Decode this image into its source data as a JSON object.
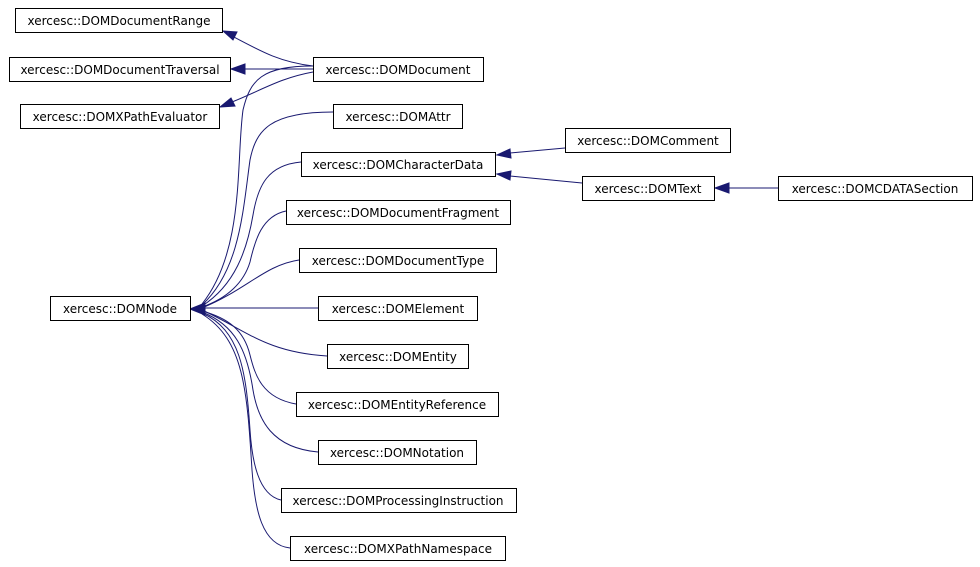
{
  "colors": {
    "edge": "#191970",
    "node_border": "#000000",
    "background": "#ffffff"
  },
  "nodes": {
    "range": "xercesc::DOMDocumentRange",
    "traversal": "xercesc::DOMDocumentTraversal",
    "xpatheval": "xercesc::DOMXPathEvaluator",
    "document": "xercesc::DOMDocument",
    "attr": "xercesc::DOMAttr",
    "chardata": "xercesc::DOMCharacterData",
    "comment": "xercesc::DOMComment",
    "text": "xercesc::DOMText",
    "cdata": "xercesc::DOMCDATASection",
    "fragment": "xercesc::DOMDocumentFragment",
    "doctype": "xercesc::DOMDocumentType",
    "node": "xercesc::DOMNode",
    "element": "xercesc::DOMElement",
    "entity": "xercesc::DOMEntity",
    "entityref": "xercesc::DOMEntityReference",
    "notation": "xercesc::DOMNotation",
    "procinst": "xercesc::DOMProcessingInstruction",
    "xpathns": "xercesc::DOMXPathNamespace"
  }
}
